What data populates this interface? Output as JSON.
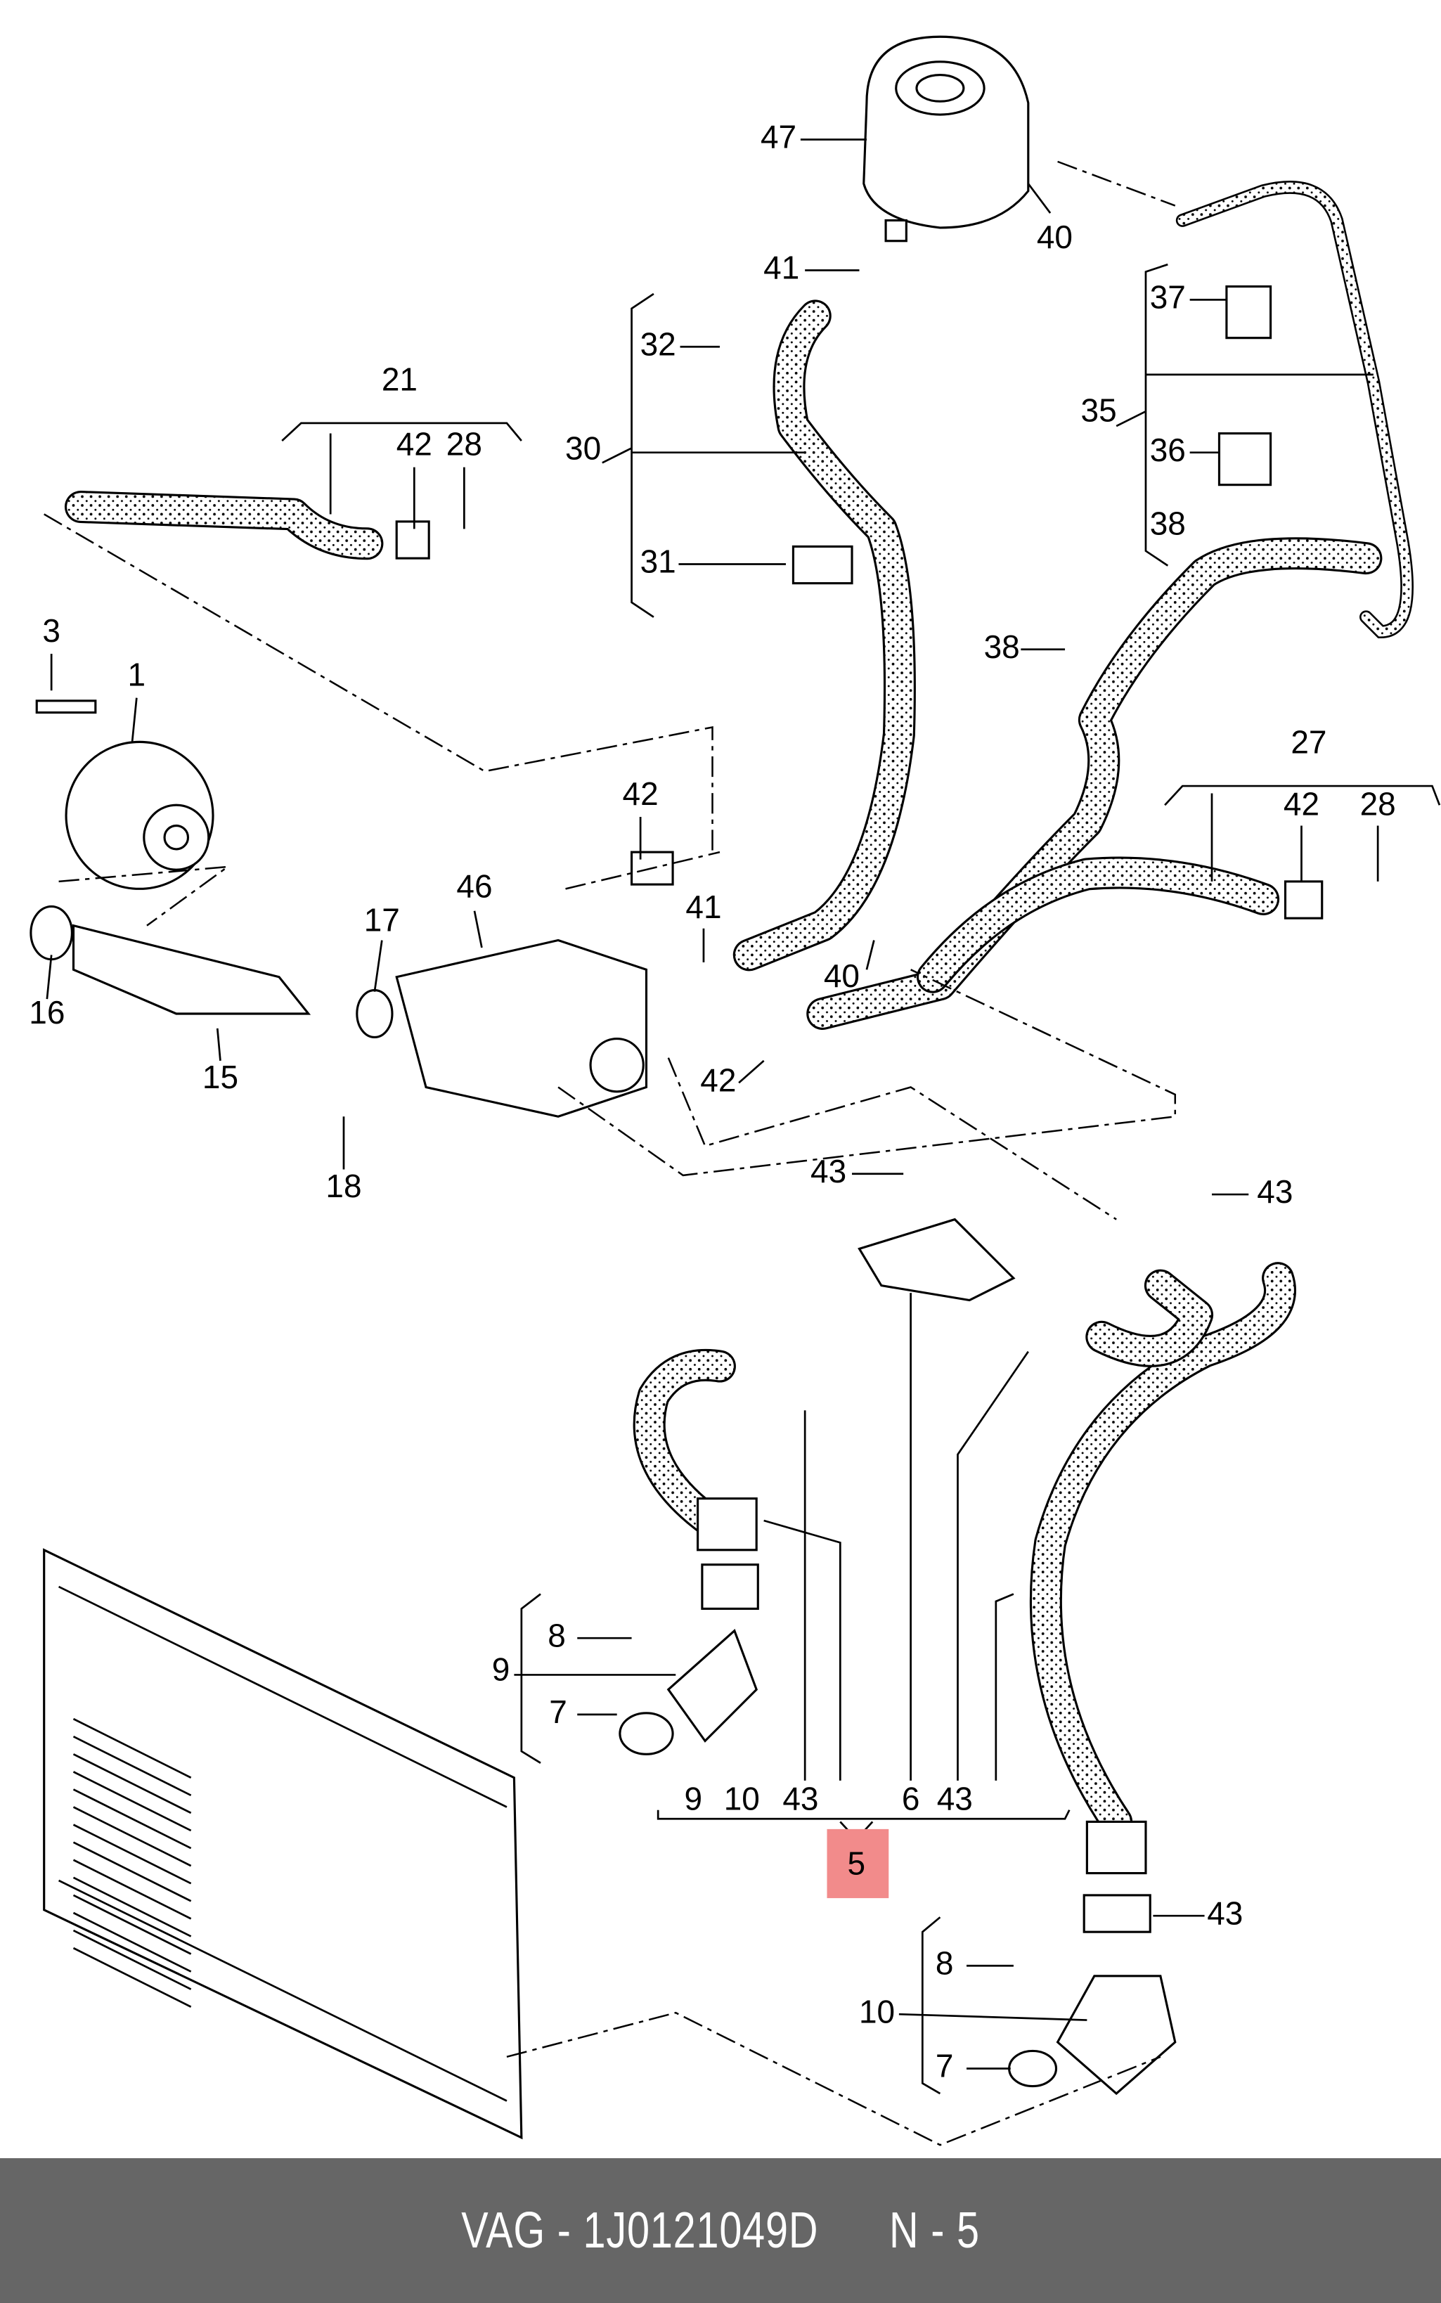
{
  "diagram": {
    "labels": [
      "47",
      "40",
      "41",
      "32",
      "37",
      "35",
      "36",
      "38",
      "30",
      "21",
      "42",
      "28",
      "31",
      "38",
      "3",
      "1",
      "27",
      "42",
      "28",
      "42",
      "46",
      "17",
      "41",
      "16",
      "15",
      "40",
      "42",
      "18",
      "43",
      "43",
      "8",
      "9",
      "7",
      "9",
      "10",
      "43",
      "6",
      "43",
      "5",
      "43",
      "8",
      "10",
      "7"
    ],
    "highlighted_label": "5",
    "highlight_color": "#f28b8b"
  },
  "footer": {
    "text": "VAG - 1J0121049D      N - 5",
    "background": "#666666"
  }
}
